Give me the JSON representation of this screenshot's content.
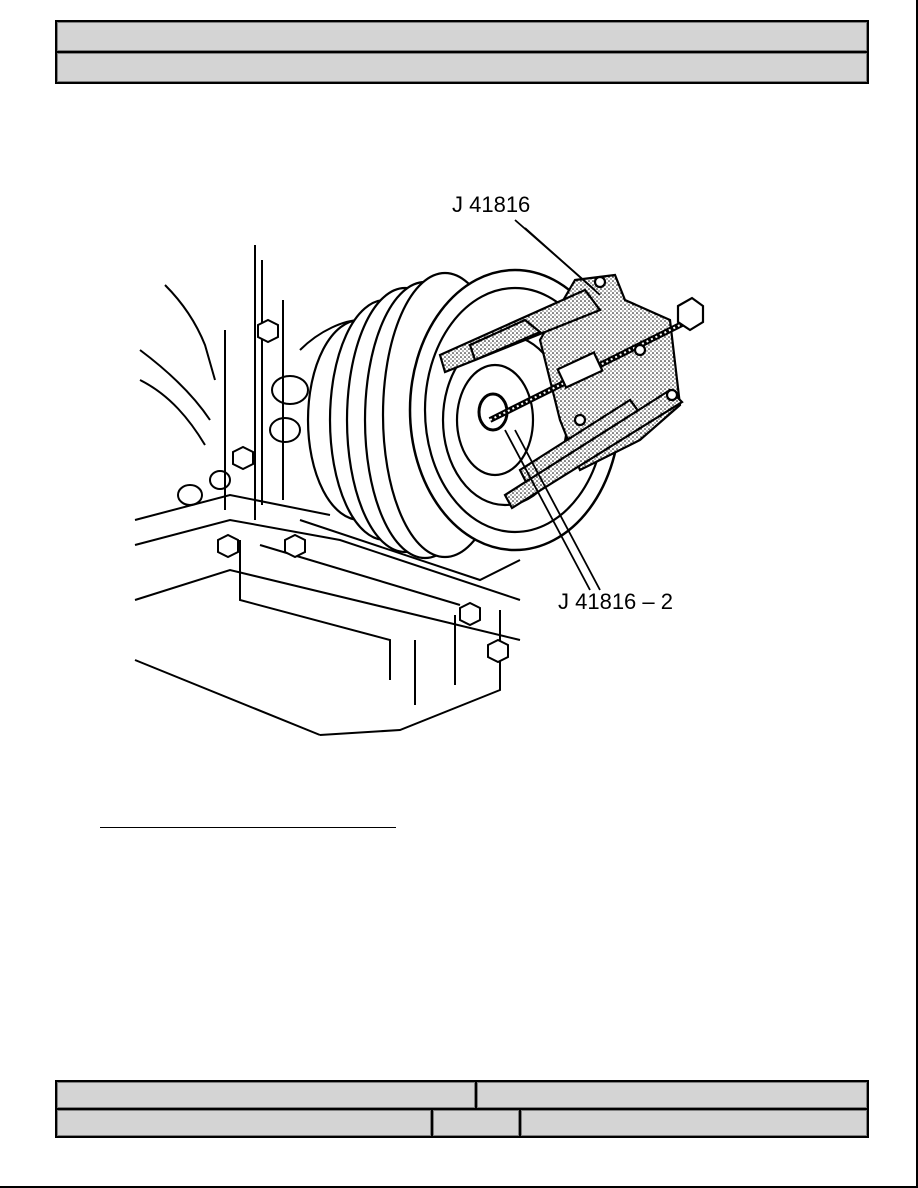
{
  "header": {
    "title": "",
    "subtitle": ""
  },
  "figure": {
    "callouts": [
      {
        "id": "tool-main",
        "text": "J 41816"
      },
      {
        "id": "tool-adapter",
        "text": "J 41816 – 2"
      }
    ]
  },
  "footer": {
    "left_top": "",
    "right_top": "",
    "left_bottom": "",
    "middle_bottom": "",
    "right_bottom": ""
  }
}
